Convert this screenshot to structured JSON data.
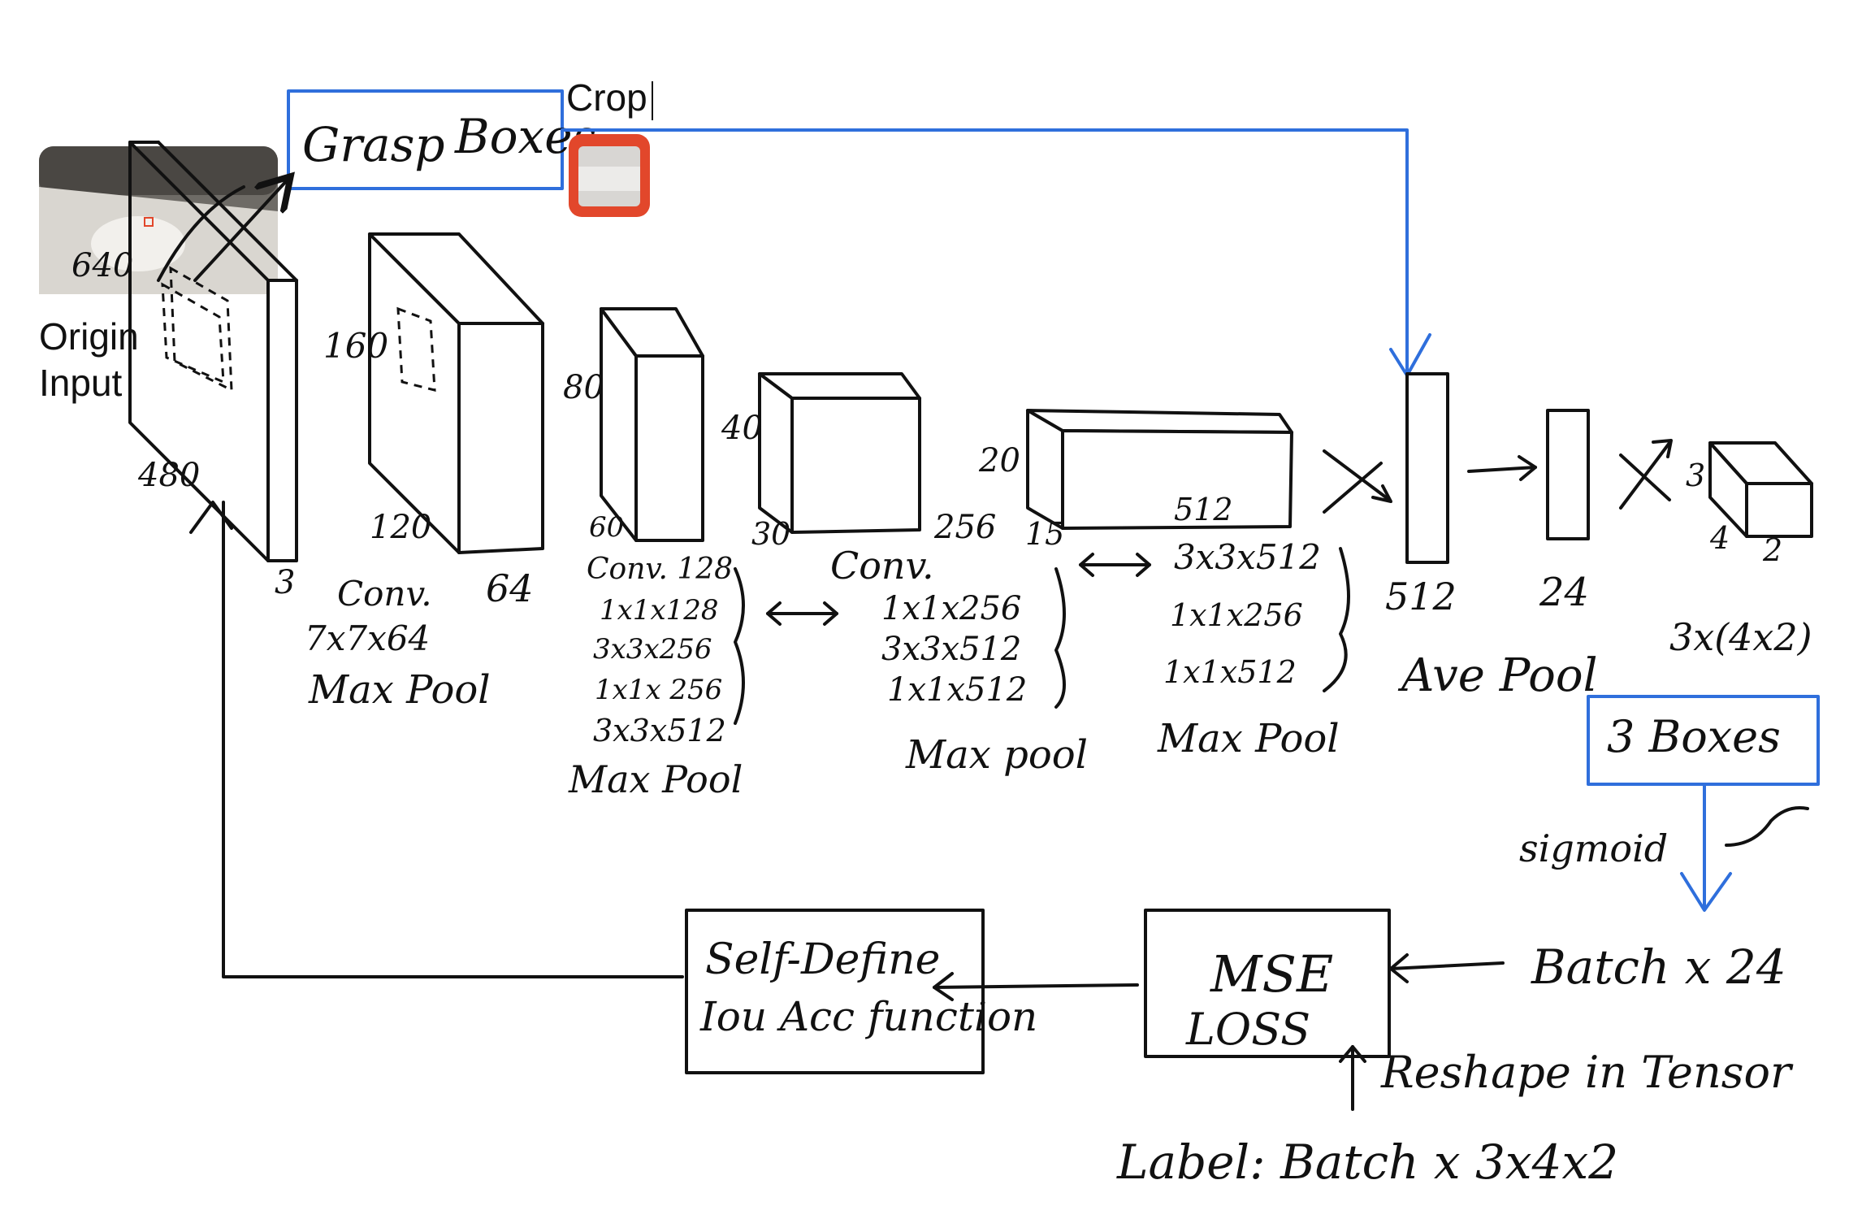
{
  "colors": {
    "ink": "#111111",
    "accent": "#2f6fdc",
    "crop_border": "#e2472b"
  },
  "input": {
    "width_label": "640",
    "height_label": "480",
    "channels_label": "3",
    "caption_line1": "Origin",
    "caption_line2": "Input"
  },
  "grasp": {
    "label_left": "Grasp",
    "label_right": "Boxes",
    "crop_label": "Crop"
  },
  "layers": [
    {
      "h": "160",
      "w": "120",
      "c": "64",
      "ops": [
        "Conv.",
        "7x7x64",
        "Max Pool"
      ]
    },
    {
      "h": "80",
      "w": "60",
      "c": "",
      "ops": [
        "Conv. 128",
        "1x1x128",
        "3x3x256",
        "1x1x 256",
        "3x3x512",
        "Max Pool"
      ]
    },
    {
      "h": "40",
      "w": "30",
      "c": "256",
      "ops": [
        "Conv.",
        "1x1x256",
        "3x3x512",
        "1x1x512",
        "Max pool"
      ]
    },
    {
      "h": "20",
      "w": "15",
      "c": "512",
      "ops": [
        "3x3x512",
        "1x1x256",
        "1x1x512",
        "Max Pool"
      ]
    }
  ],
  "head": {
    "avepool_size": "512",
    "avepool_label": "Ave Pool",
    "fc_size": "24",
    "out_dims": {
      "a": "3",
      "b": "4",
      "c": "2"
    },
    "out_label": "3x(4x2)",
    "boxes_label": "3 Boxes",
    "sigmoid_label": "sigmoid"
  },
  "loss": {
    "mse_line1": "MSE",
    "mse_line2": "LOSS",
    "batch_label": "Batch x 24",
    "reshape_label": "Reshape in Tensor",
    "label_text": "Label: Batch x 3x4x2",
    "iou_line1": "Self-Define",
    "iou_line2": "Iou Acc function"
  },
  "icons": [
    "photo-thumbnail",
    "crop-thumbnail",
    "bidirectional-arrow-icon",
    "arrow-icon",
    "cross-arrow-icon"
  ]
}
